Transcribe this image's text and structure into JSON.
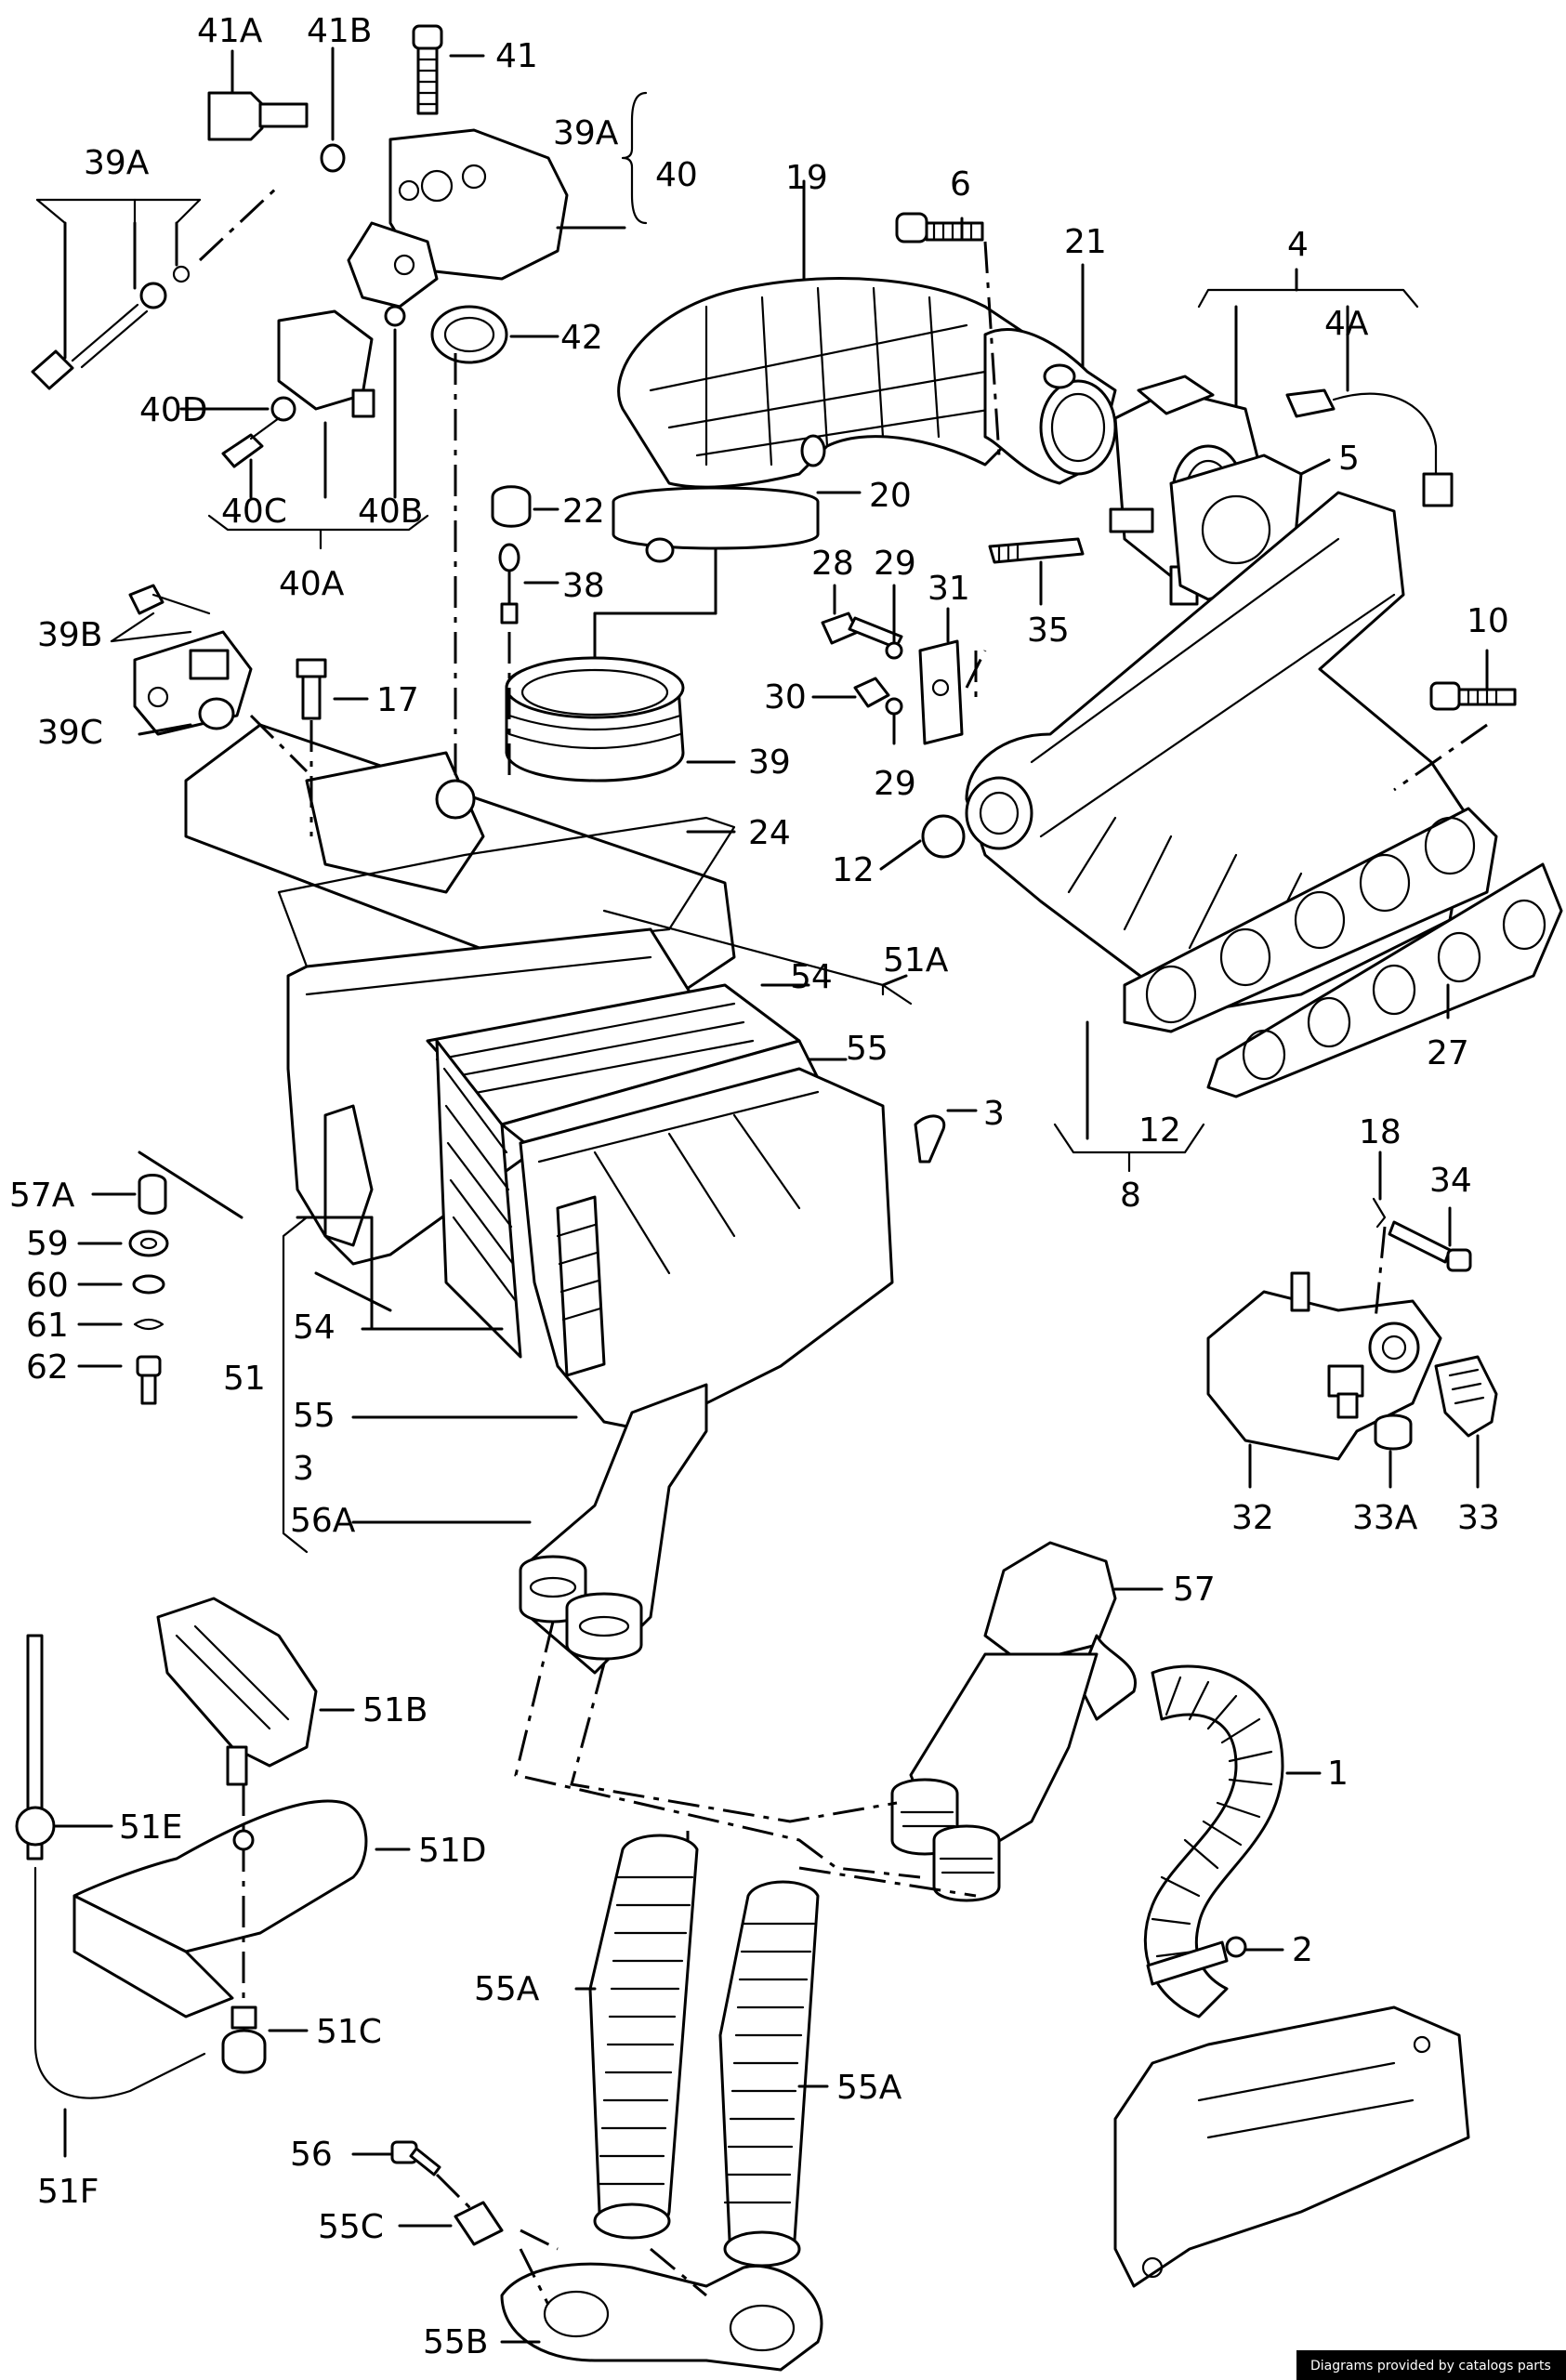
{
  "labels": {
    "p41A": "41A",
    "p41B": "41B",
    "p41": "41",
    "p39A_top": "39A",
    "p40": "40",
    "p39A": "39A",
    "p42": "42",
    "p40D": "40D",
    "p40C": "40C",
    "p40B": "40B",
    "p40A": "40A",
    "p19": "19",
    "p6": "6",
    "p21": "21",
    "p4": "4",
    "p4A": "4A",
    "p5": "5",
    "p20": "20",
    "p22": "22",
    "p38": "38",
    "p28": "28",
    "p29a": "29",
    "p31": "31",
    "p35": "35",
    "p10": "10",
    "p39B": "39B",
    "p17": "17",
    "p39C": "39C",
    "p30": "30",
    "p29b": "29",
    "p39": "39",
    "p24": "24",
    "p12a": "12",
    "p51A": "51A",
    "p54a": "54",
    "p55a": "55",
    "p27": "27",
    "p3a": "3",
    "p12b": "12",
    "p8": "8",
    "p18": "18",
    "p34": "34",
    "p57A": "57A",
    "p59": "59",
    "p60": "60",
    "p61": "61",
    "p62": "62",
    "p54b": "54",
    "p51": "51",
    "p55b": "55",
    "p3b": "3",
    "p56A": "56A",
    "p32": "32",
    "p33A": "33A",
    "p33": "33",
    "p57": "57",
    "p51B": "51B",
    "p1": "1",
    "p51E": "51E",
    "p51D": "51D",
    "p2": "2",
    "p55A_a": "55A",
    "p51C": "51C",
    "p55A_b": "55A",
    "p51F": "51F",
    "p56": "56",
    "p55C": "55C",
    "p55B": "55B"
  },
  "credit": "Diagrams provided by catalogs parts"
}
